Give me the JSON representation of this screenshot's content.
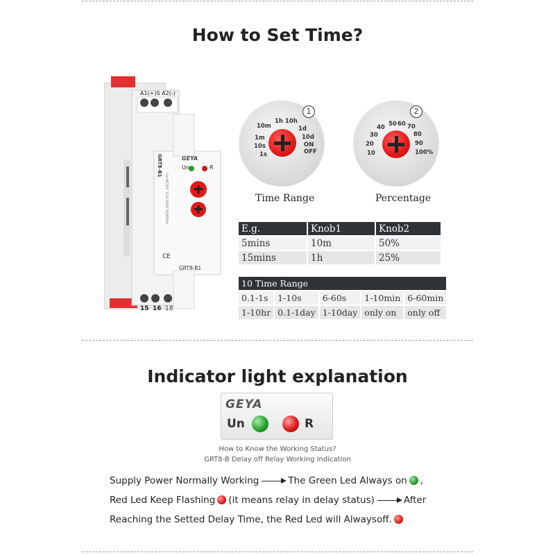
{
  "section1": {
    "title": "How to Set Time?"
  },
  "knob1": {
    "badge": "1",
    "label": "Time Range",
    "ticks": [
      "1h",
      "10h",
      "1d",
      "10d",
      "ON",
      "OFF",
      "1s",
      "10s",
      "1m",
      "10m"
    ]
  },
  "knob2": {
    "badge": "2",
    "label": "Percentage",
    "ticks": [
      "50",
      "60",
      "70",
      "80",
      "90",
      "100%",
      "10",
      "20",
      "30",
      "40"
    ]
  },
  "table1": {
    "headers": [
      "E.g.",
      "Knob1",
      "Knob2"
    ],
    "rows": [
      [
        "5mins",
        "10m",
        "50%"
      ],
      [
        "15mins",
        "1h",
        "25%"
      ]
    ]
  },
  "table2": {
    "title": "10 Time Range",
    "rows": [
      [
        "0.1-1s",
        "1-10s",
        "6-60s",
        "1-10min",
        "6-60min"
      ],
      [
        "1-10hr",
        "0.1-1day",
        "1-10day",
        "only on",
        "only off"
      ]
    ]
  },
  "device": {
    "brand": "GEYA",
    "model": "GRT8-B1",
    "model_bottom": "GRT8-B1",
    "top_terminals": "A1(+)S A2(-)",
    "bottom_terminals": [
      "15",
      "16",
      "18"
    ],
    "un": "Un",
    "r": "R",
    "ce": "CE",
    "spec_text": "Un:AC/DC 12V-240V 50/60Hz"
  },
  "section2": {
    "title": "Indicator light explanation"
  },
  "panel": {
    "brand": "GEYA",
    "un": "Un",
    "r": "R"
  },
  "caption": {
    "line1": "How to Know the Working Status?",
    "line2": "GRT8-B Delay off Relay Working Indication"
  },
  "explain": {
    "line1_a": "Supply Power Normally Working",
    "line1_b": "The Green Led Always on",
    "line1_c": ",",
    "line2_a": "Red Led Keep Flashing",
    "line2_b": "(it means relay in delay status)",
    "line2_c": "After",
    "line3_a": "Reaching the Setted Delay Time, the Red Led will Alwaysoff."
  },
  "colors": {
    "header_bg": "#2e3338",
    "knob_red": "#e21818",
    "led_green": "#22a02a",
    "led_red": "#e01b1b"
  }
}
